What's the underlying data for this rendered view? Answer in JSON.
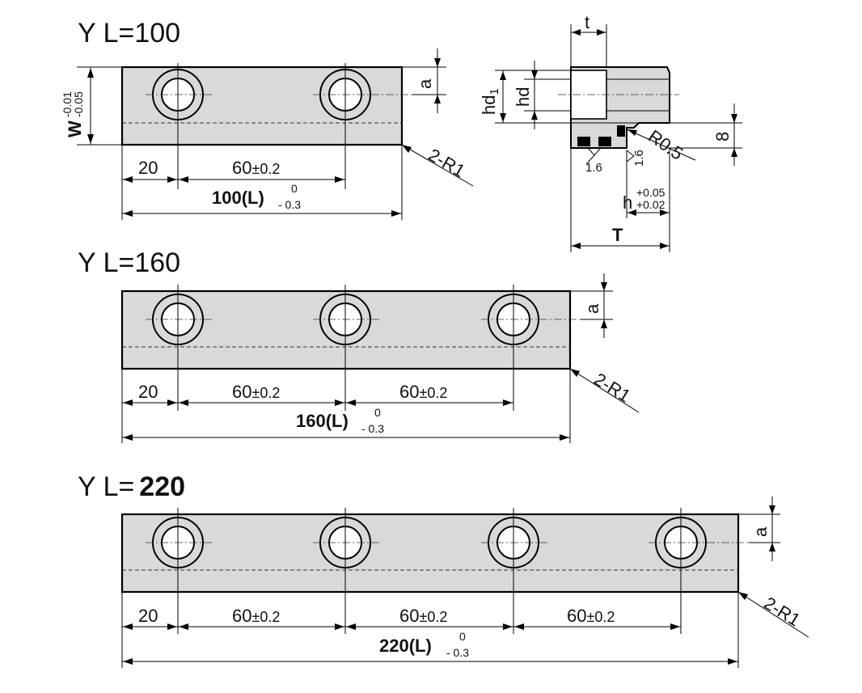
{
  "views": [
    {
      "title": "Y L=100",
      "title_prefix": "Y L=",
      "title_value": "100",
      "title_value_bold": false,
      "length_label": "100(L)",
      "tol_upper": "0",
      "tol_lower": "- 0.3",
      "first_pitch_label": "20",
      "pitch_label": "60±0.2",
      "pitch_label_main": "60",
      "pitch_label_tol": "±0.2",
      "hole_count": 2,
      "radius_label": "2-R1",
      "a_label": "a",
      "width_label": "W",
      "width_tol_upper": "-0.01",
      "width_tol_lower": "-0.05"
    },
    {
      "title": "Y L=160",
      "title_prefix": "Y L=",
      "title_value": "160",
      "title_value_bold": false,
      "length_label": "160(L)",
      "tol_upper": "0",
      "tol_lower": "- 0.3",
      "first_pitch_label": "20",
      "pitch_label": "60±0.2",
      "pitch_label_main": "60",
      "pitch_label_tol": "±0.2",
      "hole_count": 3,
      "radius_label": "2-R1",
      "a_label": "a"
    },
    {
      "title": "Y L= 220",
      "title_prefix": "Y L=",
      "title_value": "220",
      "title_value_bold": true,
      "length_label": "220(L)",
      "tol_upper": "0",
      "tol_lower": "- 0.3",
      "first_pitch_label": "20",
      "pitch_label": "60±0.2",
      "pitch_label_main": "60",
      "pitch_label_tol": "±0.2",
      "hole_count": 4,
      "radius_label": "2-R1",
      "a_label": "a"
    }
  ],
  "section": {
    "t_label": "t",
    "hd1_label": "hd1",
    "hd1_main": "hd",
    "hd1_sub": "1",
    "hd_label": "hd",
    "r_label": "R0.5",
    "eight_label": "8",
    "rough_label_1": "1.6",
    "rough_label_2": "1.6",
    "h_label": "h",
    "h_tol_upper": "+0.05",
    "h_tol_lower": "+0.02",
    "T_label": "T"
  }
}
